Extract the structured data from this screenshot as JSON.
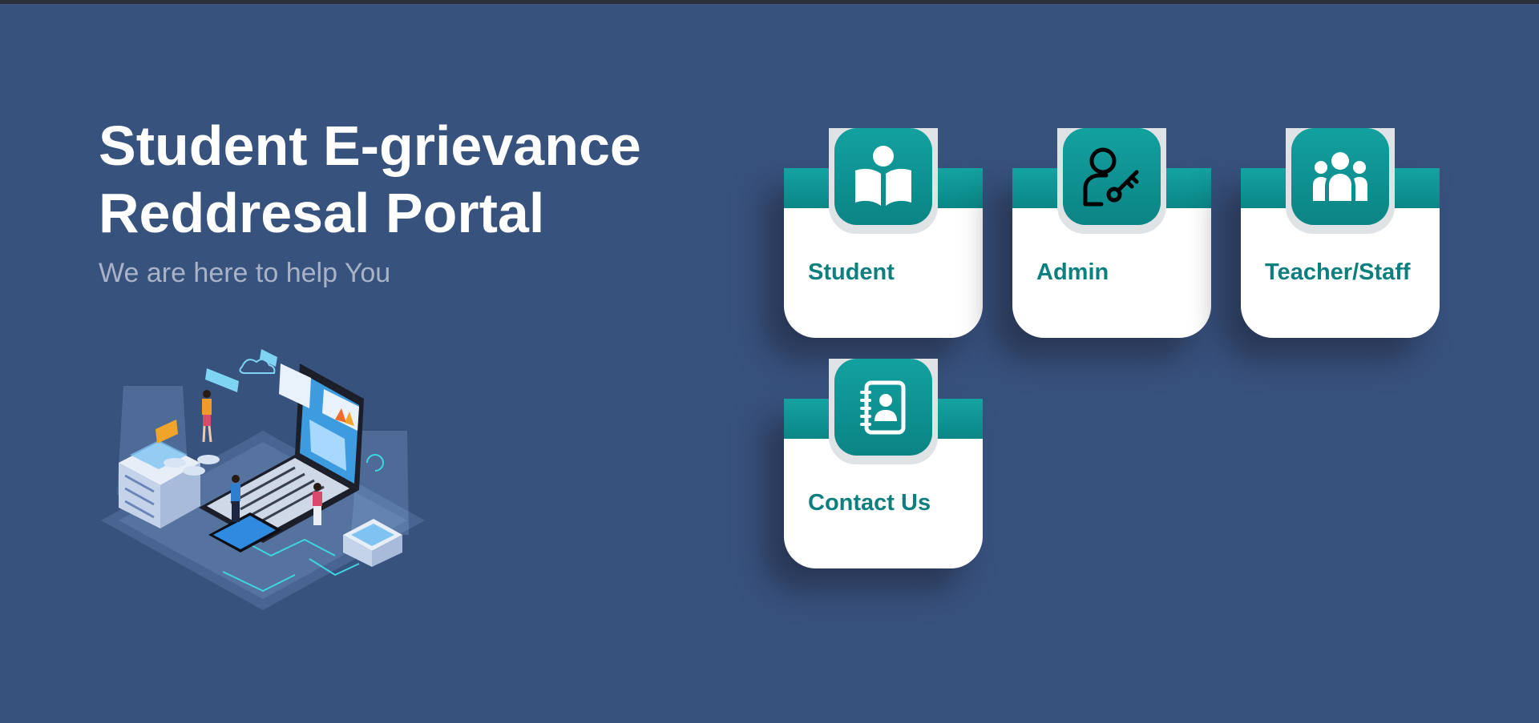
{
  "hero": {
    "title_line1": "Student E-grievance",
    "title_line2": "Reddresal Portal",
    "subtitle": "We are here to help You"
  },
  "cards": [
    {
      "label": "Student",
      "icon": "open-book-icon"
    },
    {
      "label": "Admin",
      "icon": "user-key-icon"
    },
    {
      "label": "Teacher/Staff",
      "icon": "group-icon"
    },
    {
      "label": "Contact Us",
      "icon": "contact-book-icon"
    }
  ],
  "colors": {
    "background": "#38527e",
    "accent": "#0d8a8a",
    "card_label": "#0d7f7f",
    "card_body": "#ffffff",
    "subtitle": "#a8b3c8"
  }
}
